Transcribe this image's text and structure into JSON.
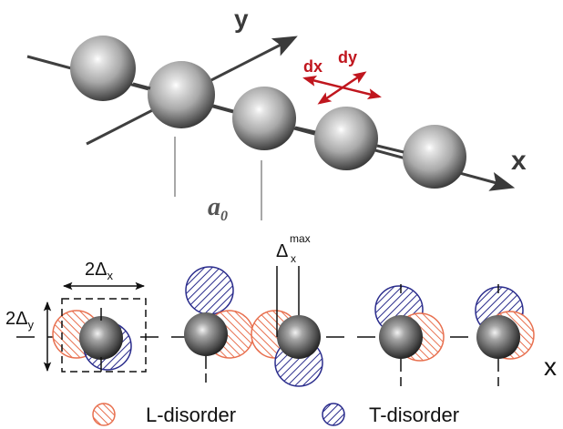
{
  "labels": {
    "y_axis": "y",
    "x_axis": "x",
    "dx": "dx",
    "dy": "dy",
    "lattice_constant": "a",
    "lattice_constant_sub": "0",
    "delta_x_max_main": "Δ",
    "delta_x_max_sup": "max",
    "delta_x_max_sub": "x",
    "two_delta_x_main": "2Δ",
    "two_delta_x_sub": "x",
    "two_delta_y_main": "2Δ",
    "two_delta_y_sub": "y",
    "bottom_x_axis": "x"
  },
  "legend": {
    "l_disorder": "L-disorder",
    "t_disorder": "T-disorder"
  },
  "colors": {
    "l_disorder": "#e8704f",
    "t_disorder": "#2a2c8c",
    "dxdy_arrows": "#c0161e",
    "sphere_dark": "#3b3b3b",
    "sphere_light": "#ffffff"
  }
}
